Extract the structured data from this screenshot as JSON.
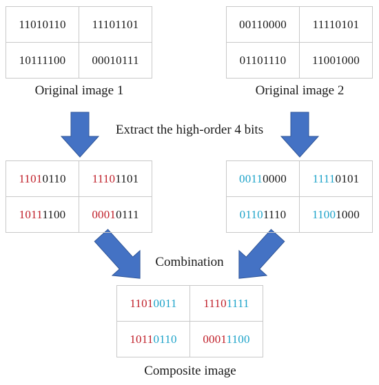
{
  "original1": {
    "caption": "Original image 1",
    "cells": [
      [
        "11010110",
        "11101101"
      ],
      [
        "10111100",
        "00010111"
      ]
    ]
  },
  "original2": {
    "caption": "Original image 2",
    "cells": [
      [
        "00110000",
        "11110101"
      ],
      [
        "01101110",
        "11001000"
      ]
    ]
  },
  "step_extract_label": "Extract the high-order 4 bits",
  "extracted1": {
    "cells": [
      [
        {
          "hi": "1101",
          "lo": "0110"
        },
        {
          "hi": "1110",
          "lo": "1101"
        }
      ],
      [
        {
          "hi": "1011",
          "lo": "1100"
        },
        {
          "hi": "0001",
          "lo": "0111"
        }
      ]
    ]
  },
  "extracted2": {
    "cells": [
      [
        {
          "hi": "0011",
          "lo": "0000"
        },
        {
          "hi": "1111",
          "lo": "0101"
        }
      ],
      [
        {
          "hi": "0110",
          "lo": "1110"
        },
        {
          "hi": "1100",
          "lo": "1000"
        }
      ]
    ]
  },
  "step_combine_label": "Combination",
  "composite": {
    "caption": "Composite image",
    "cells": [
      [
        {
          "hi": "1101",
          "lo": "0011"
        },
        {
          "hi": "1110",
          "lo": "1111"
        }
      ],
      [
        {
          "hi": "1011",
          "lo": "0110"
        },
        {
          "hi": "0001",
          "lo": "1100"
        }
      ]
    ]
  },
  "colors": {
    "image1_bits": "#c0202a",
    "image2_bits": "#1da3c9",
    "arrow_fill": "#4472c4",
    "arrow_stroke": "#2f5597",
    "cell_border": "#c8c8c8"
  }
}
